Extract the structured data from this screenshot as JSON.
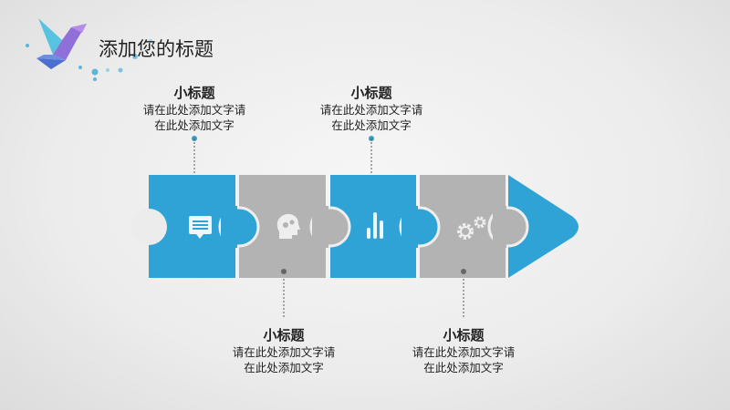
{
  "slide": {
    "title": "添加您的标题",
    "colors": {
      "blue": "#2fa3d6",
      "gray": "#b3b3b3",
      "background": "#ececec"
    },
    "steps": [
      {
        "icon": "chat-bubble-icon",
        "color": "blue",
        "title": "小标题",
        "body_line1": "请在此处添加文字请",
        "body_line2": "在此处添加文字",
        "position": "top"
      },
      {
        "icon": "head-gears-icon",
        "color": "gray",
        "title": "小标题",
        "body_line1": "请在此处添加文字请",
        "body_line2": "在此处添加文字",
        "position": "bottom"
      },
      {
        "icon": "bar-chart-icon",
        "color": "blue",
        "title": "小标题",
        "body_line1": "请在此处添加文字请",
        "body_line2": "在此处添加文字",
        "position": "top"
      },
      {
        "icon": "gears-icon",
        "color": "gray",
        "title": "小标题",
        "body_line1": "请在此处添加文字请",
        "body_line2": "在此处添加文字",
        "position": "bottom"
      }
    ]
  }
}
